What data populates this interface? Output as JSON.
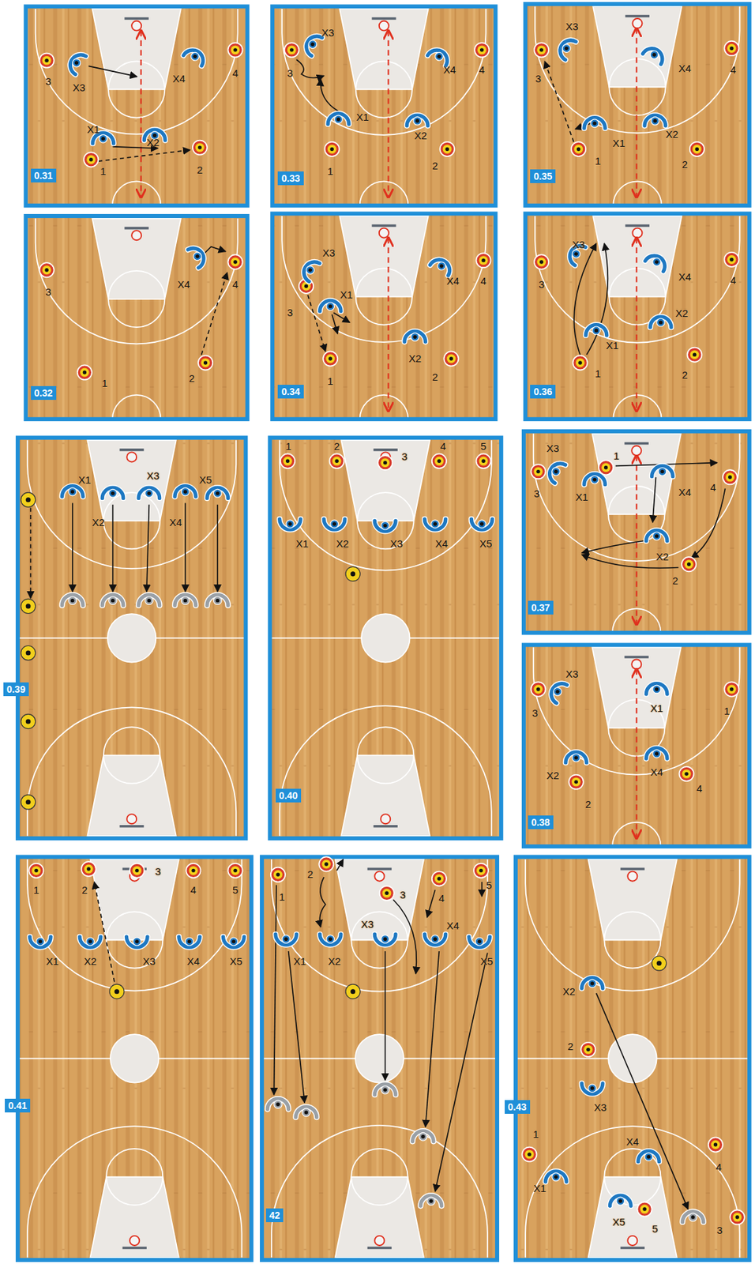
{
  "diagram": {
    "labels": [
      "0.31",
      "3",
      "X3",
      "X4",
      "4",
      "X1",
      "X2",
      "1",
      "2",
      "0.33",
      "X3",
      "3",
      "X4",
      "4",
      "X1",
      "X2",
      "1",
      "2",
      "0.35",
      "X3",
      "3",
      "X4",
      "4",
      "X1",
      "X2",
      "1",
      "2",
      "0.32",
      "3",
      "X4",
      "4",
      "1",
      "2",
      "0.34",
      "X3",
      "3",
      "X1",
      "X4",
      "4",
      "X2",
      "1",
      "2",
      "0.36",
      "X3",
      "3",
      "X4",
      "4",
      "X2",
      "X1",
      "1",
      "2",
      "0.39",
      "X1",
      "X2",
      "X3",
      "X4",
      "X5",
      "1",
      "2",
      "3",
      "4",
      "5",
      "X1",
      "X2",
      "X3",
      "X4",
      "X5",
      "0.40",
      "X3",
      "3",
      "X1",
      "1",
      "X4",
      "4",
      "X2",
      "2",
      "0.37",
      "X3",
      "3",
      "X1",
      "1",
      "X2",
      "X4",
      "2",
      "4",
      "0.38",
      "1",
      "2",
      "3",
      "4",
      "5",
      "X1",
      "X2",
      "X3",
      "X4",
      "X5",
      "0.41",
      "1",
      "2",
      "3",
      "4",
      "5",
      "X3",
      "X4",
      "X1",
      "X2",
      "X5",
      "42",
      "X2",
      "2",
      "X3",
      "1",
      "X4",
      "4",
      "X1",
      "X5",
      "5",
      "3",
      "0.43"
    ]
  }
}
